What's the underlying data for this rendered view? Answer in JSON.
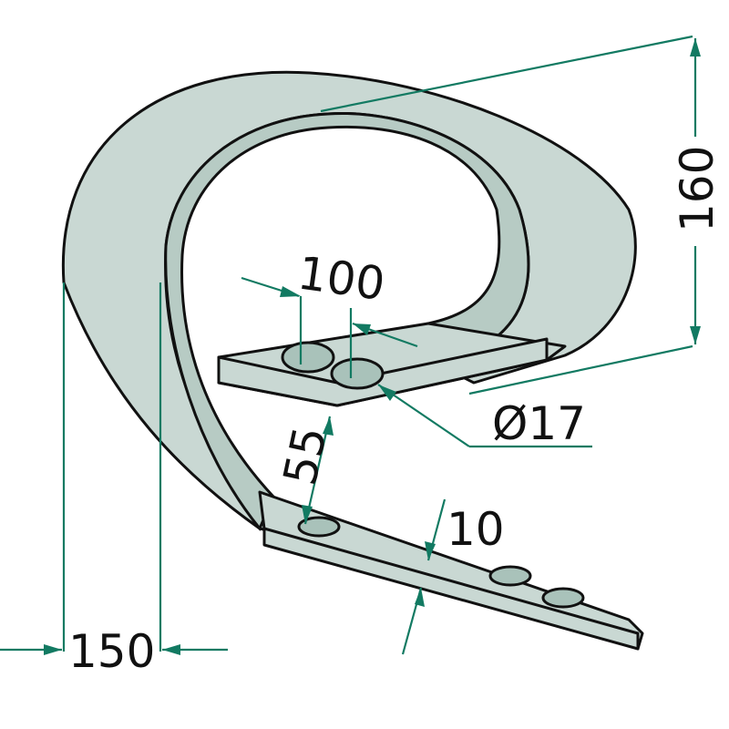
{
  "drawing": {
    "subject": "spring-tine-part",
    "dimensions": {
      "width": "150",
      "height": "160",
      "hole_spacing": "100",
      "hole_diameter": "Ø17",
      "gap": "55",
      "thickness": "10"
    },
    "colors": {
      "part": "#c9d8d3",
      "dimension_lines": "#127a62"
    }
  }
}
